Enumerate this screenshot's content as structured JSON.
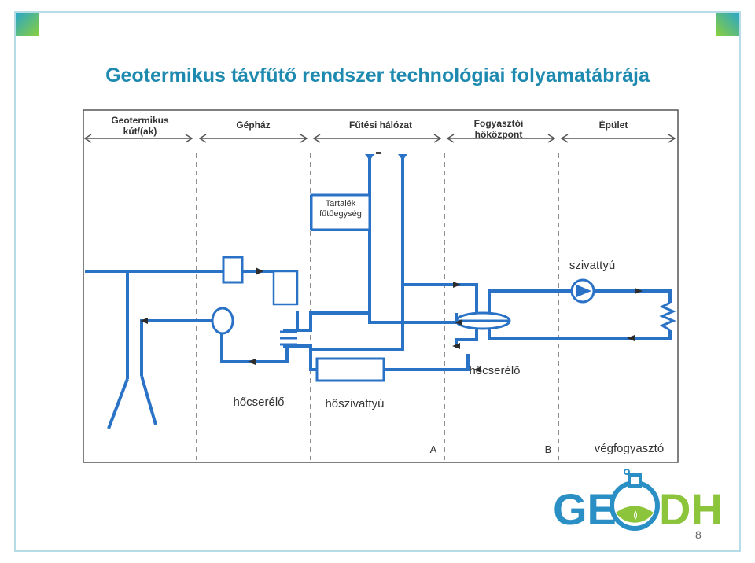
{
  "title": "Geotermikus távfűtő rendszer technológiai folyamatábrája",
  "sections": {
    "well_line1": "Geotermikus",
    "well_line2": "kút/(ak)",
    "plant": "Gépház",
    "network": "Fűtési hálózat",
    "substation_line1": "Fogyasztói",
    "substation_line2": "hőközpont",
    "building": "Épület"
  },
  "labels": {
    "reserve_line1": "Tartalék",
    "reserve_line2": "fűtőegység",
    "pump": "szivattyú",
    "heat_exchanger_right": "hőcserélő",
    "heat_exchanger_left": "hőcserélő",
    "heat_pump": "hőszivattyú",
    "point_a": "A",
    "point_b": "B",
    "end_consumer": "végfogyasztó"
  },
  "logo": {
    "text_left": "GE",
    "text_right": "DH"
  },
  "page_number": "8",
  "colors": {
    "title": "#1f8ab0",
    "pipe": "#2a72c6",
    "divider": "#9a9a9a",
    "logo_blue": "#2a8fc4",
    "logo_green": "#8cc43c"
  }
}
